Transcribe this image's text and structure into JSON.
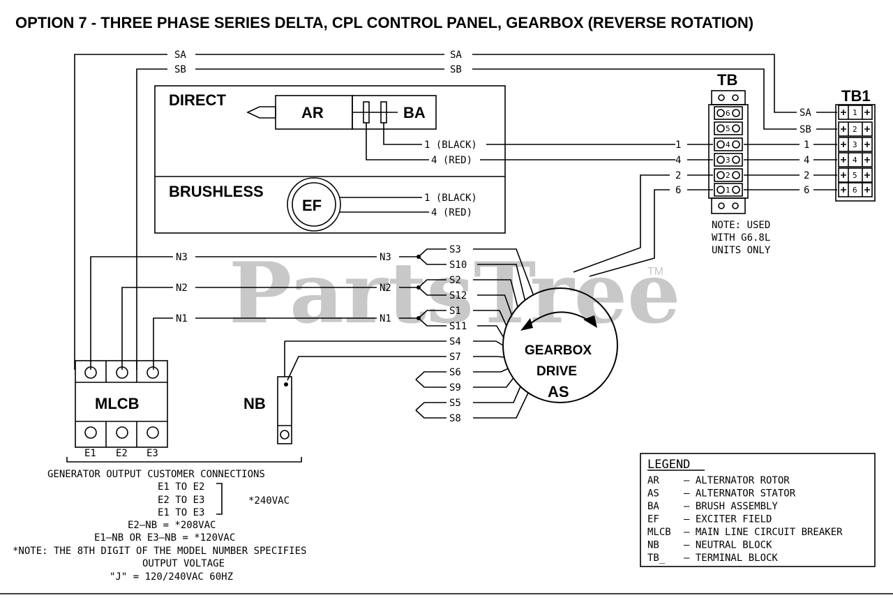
{
  "title": "OPTION 7 - THREE PHASE SERIES DELTA, CPL CONTROL PANEL, GEARBOX (REVERSE ROTATION)",
  "watermark": {
    "text": "PartsTree",
    "tm": "TM"
  },
  "wires": {
    "sa": "SA",
    "sb": "SB",
    "n1": "N1",
    "n2": "N2",
    "n3": "N3"
  },
  "direct": {
    "title": "DIRECT",
    "rotor": "AR",
    "brush": "BA",
    "black": "1 (BLACK)",
    "red": "4 (RED)"
  },
  "brushless": {
    "title": "BRUSHLESS",
    "exciter": "EF",
    "black": "1 (BLACK)",
    "red": "4 (RED)"
  },
  "tb": {
    "title": "TB",
    "in_labels": [
      "1",
      "4",
      "2",
      "6"
    ],
    "terminals": [
      "6",
      "5",
      "4",
      "3",
      "2",
      "1"
    ],
    "note": [
      "NOTE: USED",
      "WITH G6.8L",
      "UNITS ONLY"
    ]
  },
  "tb1": {
    "title": "TB1",
    "terminals": [
      "1",
      "2",
      "3",
      "4",
      "5",
      "6"
    ],
    "sa": "SA",
    "sb": "SB",
    "out_labels": [
      "1",
      "4",
      "2",
      "6"
    ]
  },
  "stator_leads": [
    "S3",
    "S10",
    "S2",
    "S12",
    "S1",
    "S11",
    "S4",
    "S7",
    "S6",
    "S9",
    "S5",
    "S8"
  ],
  "gearbox": {
    "line1": "GEARBOX",
    "line2": "DRIVE",
    "line3": "AS"
  },
  "mlcb": {
    "label": "MLCB",
    "outputs": [
      "E1",
      "E2",
      "E3"
    ]
  },
  "nb": {
    "label": "NB"
  },
  "customer": {
    "heading": "GENERATOR OUTPUT CUSTOMER CONNECTIONS",
    "pairs": [
      "E1 TO E2",
      "E2 TO E3",
      "E1 TO E3"
    ],
    "pair_voltage": "*240VAC",
    "line208": "E2–NB = *208VAC",
    "line120": "E1–NB OR E3–NB = *120VAC",
    "note1": "*NOTE: THE 8TH DIGIT OF THE MODEL NUMBER SPECIFIES",
    "note2": "OUTPUT VOLTAGE",
    "note3": "\"J\" = 120/240VAC 60HZ"
  },
  "legend": {
    "title": "LEGEND",
    "items": [
      {
        "code": "AR",
        "desc": "–  ALTERNATOR ROTOR"
      },
      {
        "code": "AS",
        "desc": "–  ALTERNATOR STATOR"
      },
      {
        "code": "BA",
        "desc": "–  BRUSH ASSEMBLY"
      },
      {
        "code": "EF",
        "desc": "–  EXCITER FIELD"
      },
      {
        "code": "MLCB",
        "desc": "–  MAIN LINE CIRCUIT BREAKER"
      },
      {
        "code": "NB",
        "desc": "–  NEUTRAL BLOCK"
      },
      {
        "code": "TB_",
        "desc": "–  TERMINAL BLOCK"
      }
    ]
  }
}
